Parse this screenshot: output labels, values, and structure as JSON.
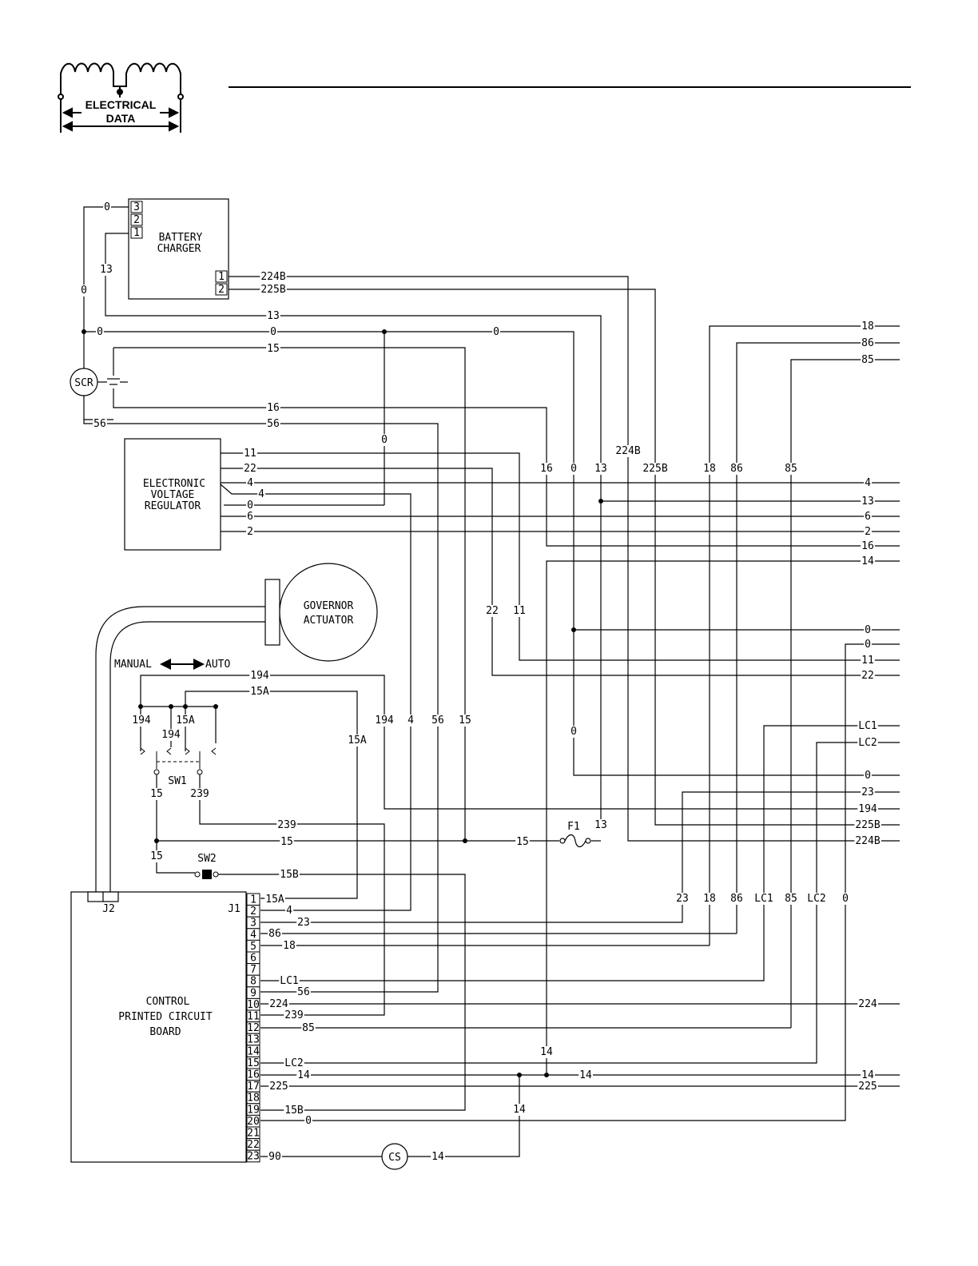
{
  "logo": {
    "line1": "ELECTRICAL",
    "line2": "DATA"
  },
  "components": {
    "battery_charger": {
      "lines": [
        "BATTERY",
        "CHARGER"
      ],
      "pins_left": [
        "3",
        "2",
        "1"
      ],
      "pins_right": [
        "1",
        "2"
      ]
    },
    "scr": "SCR",
    "evr": {
      "lines": [
        "ELECTRONIC",
        "VOLTAGE",
        "REGULATOR"
      ]
    },
    "governor": {
      "lines": [
        "GOVERNOR",
        "ACTUATOR"
      ]
    },
    "mode": {
      "manual": "MANUAL",
      "auto": "AUTO"
    },
    "sw1": "SW1",
    "sw2": "SW2",
    "f1": "F1",
    "cs": "CS",
    "board": {
      "lines": [
        "CONTROL",
        "PRINTED CIRCUIT",
        "BOARD"
      ],
      "j1": "J1",
      "j2": "J2"
    }
  },
  "j1_pins": [
    "1",
    "2",
    "3",
    "4",
    "5",
    "6",
    "7",
    "8",
    "9",
    "10",
    "11",
    "12",
    "13",
    "14",
    "15",
    "16",
    "17",
    "18",
    "19",
    "20",
    "21",
    "22",
    "23"
  ],
  "charger_wires": [
    "224B",
    "225B"
  ],
  "evr_wires": [
    "11",
    "22",
    "4",
    "4",
    "0",
    "6",
    "2"
  ],
  "right_terminals": [
    "18",
    "86",
    "85",
    "4",
    "13",
    "6",
    "2",
    "16",
    "14",
    "0",
    "0",
    "11",
    "22",
    "LC1",
    "LC2",
    "0",
    "23",
    "194",
    "225B",
    "224B",
    "224",
    "14",
    "225"
  ],
  "vertical_labels": [
    "224B",
    "16",
    "0",
    "13",
    "225B",
    "18",
    "86",
    "85",
    "0",
    "22",
    "11",
    "194",
    "4",
    "56",
    "15",
    "15A",
    "0",
    "23",
    "18",
    "86",
    "LC1",
    "85",
    "LC2",
    "0",
    "14",
    "14"
  ],
  "wire_labels": {
    "w_13_top": "13",
    "w_0_left": "0",
    "w_0_mid": "0",
    "w_0_mid2": "0",
    "w_0_bat": "0",
    "w_13_bat": "13",
    "w_0_vert": "0",
    "w_15": "15",
    "w_16": "16",
    "w_56a": "56",
    "w_56b": "56",
    "w_194": "194",
    "w_15a": "15A",
    "sw_194": "194",
    "sw_15a": "15A",
    "sw_194b": "194",
    "sw1_15": "15",
    "sw1_239": "239",
    "w_239": "239",
    "w_15_sw": "15",
    "w_15_f1": "15",
    "w_15_sw2": "15",
    "w_15b": "15B",
    "w_f1_13": "13",
    "j1_15a": "15A",
    "j1_4": "4",
    "j1_23": "23",
    "j1_86": "86",
    "j1_18": "18",
    "j1_lc1": "LC1",
    "j1_56": "56",
    "j1_224": "224",
    "j1_239": "239",
    "j1_85": "85",
    "j1_lc2": "LC2",
    "j1_14a": "14",
    "j1_14b": "14",
    "j1_225": "225",
    "j1_15b": "15B",
    "j1_0": "0",
    "j1_90": "90",
    "cs_14": "14"
  }
}
